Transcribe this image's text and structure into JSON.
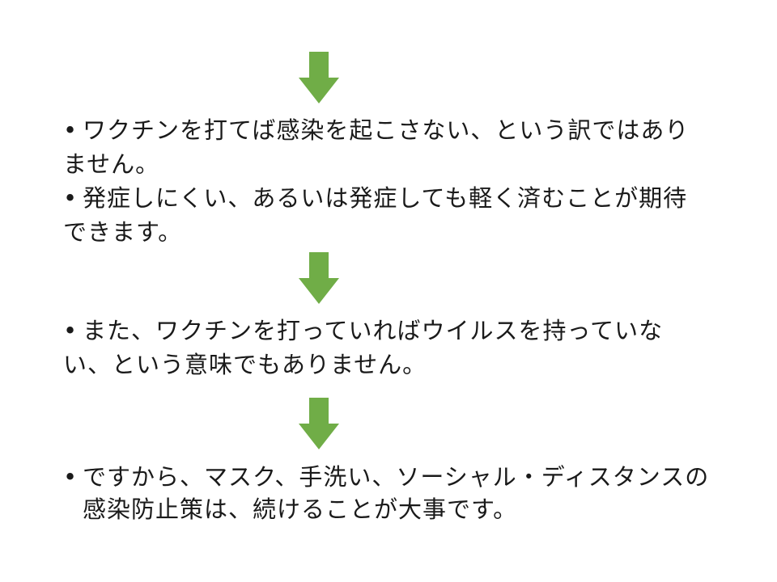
{
  "slide": {
    "accent_color": "#70ad47",
    "arrow_icon": "down-arrow-icon",
    "bullet_glyph": "•",
    "paragraphs": [
      "ワクチンを打てば感染を起こさない、という訳ではありません。",
      "発症しにくい、あるいは発症しても軽く済むことが期待できます。",
      "また、ワクチンを打っていればウイルスを持っていない、という意味でもありません。",
      "ですから、マスク、手洗い、ソーシャル・ディスタンスの感染防止策は、続けることが大事です。"
    ]
  }
}
